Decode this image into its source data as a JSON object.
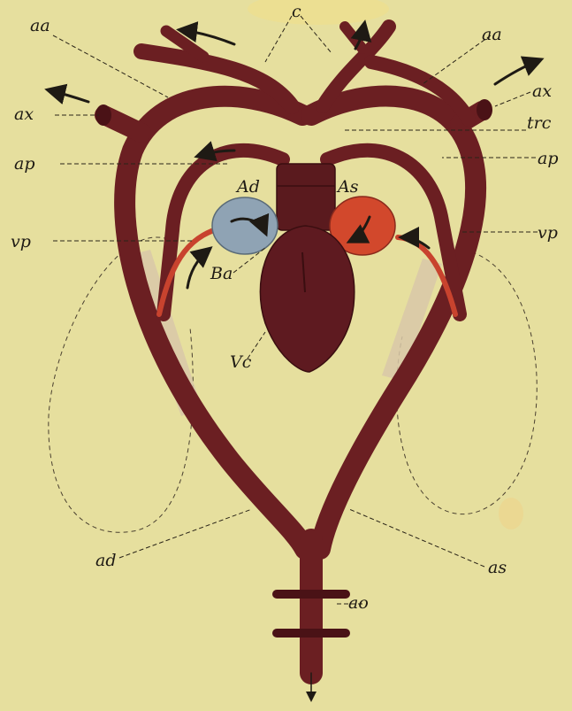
{
  "figure": {
    "colors": {
      "background": "#e6df9e",
      "vessel": "#6b1f22",
      "vessel_dark": "#4a1216",
      "right_atrium": "#8fa3b4",
      "left_atrium": "#d2482c",
      "pulmonary_vein": "#c8432e",
      "lung_fill": "#d8c8a8",
      "label_ink": "#1e1a14"
    },
    "labels": {
      "c": "c",
      "aa_left": "aa",
      "aa_right": "aa",
      "ax_left": "ax",
      "ax_right": "ax",
      "trc": "trc",
      "ap_left": "ap",
      "ap_right": "ap",
      "Ad": "Ad",
      "As": "As",
      "vp_left": "vp",
      "vp_right": "vp",
      "Ba": "Ba",
      "Vc": "Vc",
      "ad": "ad",
      "as": "as",
      "ao": "ao"
    }
  }
}
